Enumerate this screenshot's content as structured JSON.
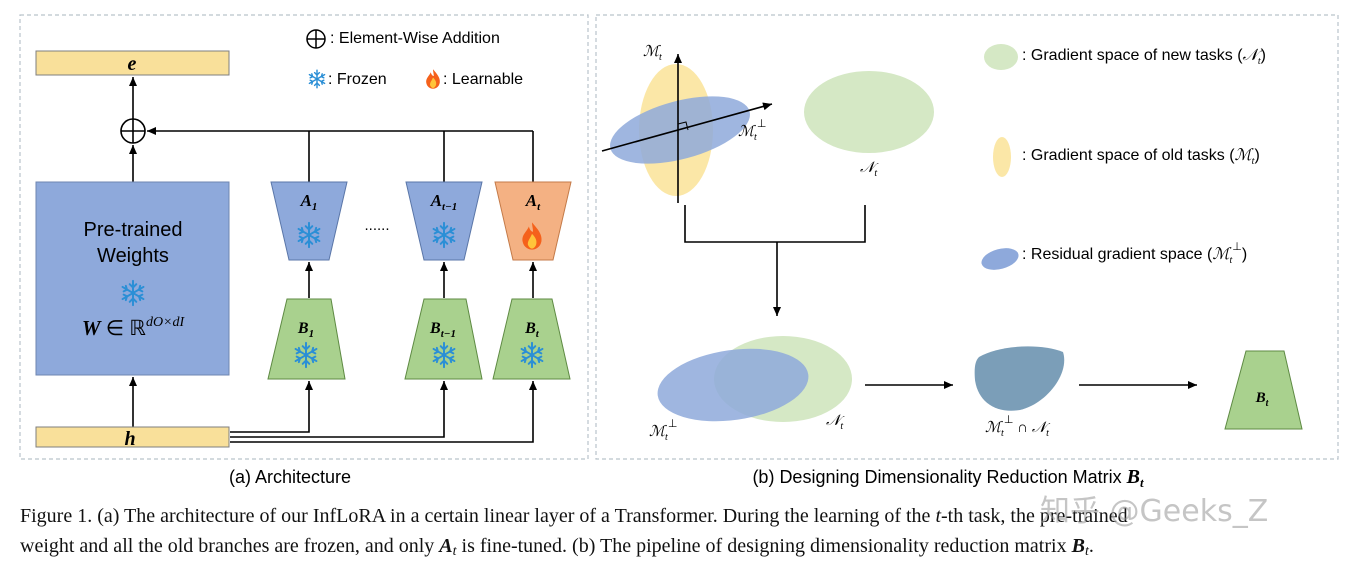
{
  "panel_a": {
    "legend": {
      "addition": ": Element-Wise Addition",
      "frozen": ": Frozen",
      "learnable": ": Learnable"
    },
    "output_label": "e",
    "input_label": "h",
    "pretrained": {
      "line1": "Pre-trained",
      "line2": "Weights",
      "formula_symbol": "W",
      "formula_rest": " ∈ ℝ",
      "formula_sup": "dO×dI"
    },
    "a_blocks": [
      "A1",
      "At-1",
      "At"
    ],
    "b_blocks": [
      "B1",
      "Bt-1",
      "Bt"
    ],
    "ellipsis": "......",
    "caption": "(a) Architecture"
  },
  "panel_b": {
    "legend": {
      "new": ": Gradient space of new tasks (Nt)",
      "old": ": Gradient space of old tasks (Mt)",
      "residual": ": Residual gradient space (Mt⊥)"
    },
    "labels": {
      "m": "Mt",
      "m_perp": "Mt⊥",
      "n": "Nt",
      "intersection": "Mt⊥ ∩ Nt",
      "bt": "Bt"
    },
    "caption_text": "(b) Designing Dimensionality Reduction Matrix ",
    "caption_symbol": "Bt"
  },
  "figure_caption": {
    "line1": "Figure 1. (a) The architecture of our InfLoRA in a certain linear layer of a Transformer. During the learning of the t-th task, the pre-trained",
    "line2": "weight and all the old branches are frozen, and only At is fine-tuned. (b) The pipeline of designing dimensionality reduction matrix Bt."
  },
  "watermark": "知乎 @Geeks_Z",
  "colors": {
    "yellow": "#f9e09a",
    "blue": "#8ea9db",
    "green": "#a9d18e",
    "orange": "#f4b183",
    "light_green": "#d5e8c5",
    "light_yellow": "#fbe7a7",
    "steel": "#7b9eb8"
  }
}
